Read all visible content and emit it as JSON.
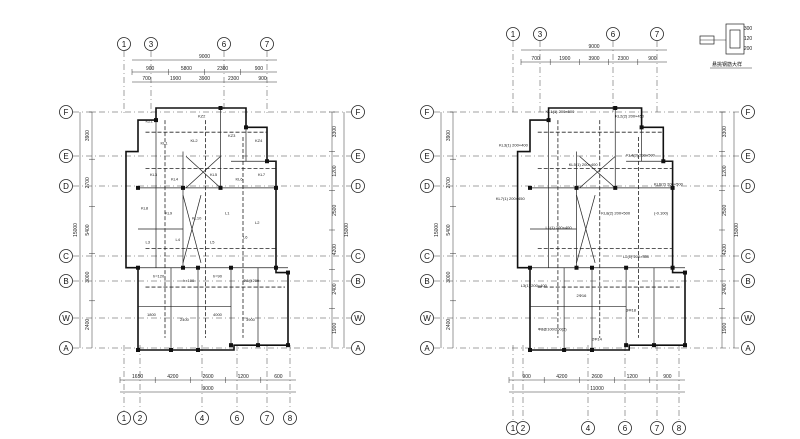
{
  "left_plan": {
    "top_axes": [
      "1",
      "3",
      "6",
      "7"
    ],
    "bottom_axes": [
      "1",
      "2",
      "4",
      "6",
      "7",
      "8"
    ],
    "row_axes": [
      "F",
      "E",
      "D",
      "C",
      "B",
      "W",
      "A"
    ],
    "top_dims_total": "9000",
    "top_dims_parts": [
      "900",
      "5800",
      "2300",
      "900"
    ],
    "top_dims_sub": [
      "700",
      "1900",
      "3900",
      "2300",
      "900"
    ],
    "bottom_dims_total": "9000",
    "bottom_dims_parts": [
      "1650",
      "4200",
      "2600",
      "1200",
      "600"
    ],
    "left_dims_total": "15000",
    "left_dims": [
      "3900",
      "2700",
      "5400",
      "3000",
      "2400"
    ],
    "right_dims_total": "15000",
    "right_dims": [
      "3300",
      "1200",
      "2500",
      "4200",
      "2400",
      "1900"
    ],
    "labels": [
      "KZ1",
      "KZ2",
      "KZ3",
      "KZ4",
      "KL1",
      "KL2",
      "KL3",
      "KL4",
      "KL5",
      "KL6",
      "KL7",
      "KL8",
      "KL9",
      "KL10",
      "L1",
      "L2",
      "L3",
      "L4",
      "L5",
      "L6",
      "h=120",
      "h=100",
      "h=90",
      "Φ8@200",
      "1800",
      "2400",
      "4000",
      "3900"
    ]
  },
  "right_plan": {
    "top_axes": [
      "1",
      "3",
      "6",
      "7"
    ],
    "bottom_axes": [
      "1",
      "2",
      "4",
      "6",
      "7",
      "8"
    ],
    "row_axes": [
      "F",
      "E",
      "D",
      "C",
      "B",
      "W",
      "A"
    ],
    "top_dims_total": "9000",
    "top_dims_parts": [
      "700",
      "1900",
      "3900",
      "2300",
      "900"
    ],
    "bottom_dims_total": "11000",
    "bottom_dims_parts": [
      "900",
      "4200",
      "2600",
      "1200",
      "900"
    ],
    "left_dims_total": "15000",
    "left_dims": [
      "3900",
      "2700",
      "5400",
      "3000",
      "2400"
    ],
    "right_dims_total": "15000",
    "right_dims": [
      "3300",
      "1200",
      "2500",
      "4200",
      "2400",
      "1900"
    ],
    "beam_notes": [
      "KL1(1) 200×500",
      "KL2(2) 200×450",
      "KL3(1) 200×400",
      "KL4(3) 200×500",
      "KL5(1) 200×400",
      "KL6(2) 200×500",
      "KL7(1) 200×450",
      "KL8(2) 200×500",
      "L1(1) 200×400",
      "L2(1) 200×350",
      "L3(1) 200×400",
      "2Φ16",
      "3Φ18",
      "Φ8@100/200(2)",
      "2Φ14",
      "(-0.100)"
    ]
  },
  "detail": {
    "title": "悬挑钢筋大样",
    "dims": [
      "300",
      "120",
      "200"
    ]
  }
}
